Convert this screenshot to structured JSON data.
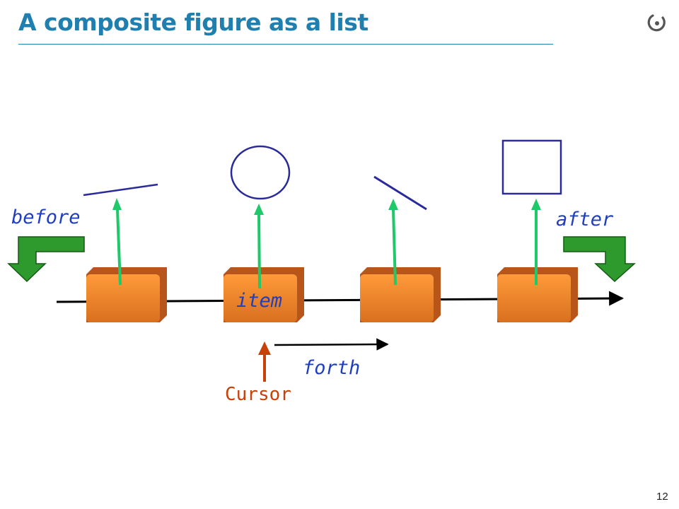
{
  "slide": {
    "title": "A composite figure as a list",
    "page_number": "12"
  },
  "labels": {
    "before": "before",
    "after": "after",
    "item": "item",
    "forth": "forth",
    "cursor": "Cursor"
  },
  "colors": {
    "title": "#1f7fae",
    "label_text": "#1f3fbf",
    "cursor": "#c8400a",
    "pointer_arrow": "#1fc96a",
    "cell_fill": "#f08a2a",
    "cell_side": "#b8551a",
    "figure_stroke": "#2a2a9a",
    "move_arrow": "#1e8a1e"
  },
  "icons": {
    "logo": "eiffel-logo-icon",
    "before_marker": "green-bent-arrow-down-left-icon",
    "after_marker": "green-bent-arrow-down-right-icon"
  },
  "figures": [
    "line",
    "circle",
    "line",
    "square"
  ]
}
